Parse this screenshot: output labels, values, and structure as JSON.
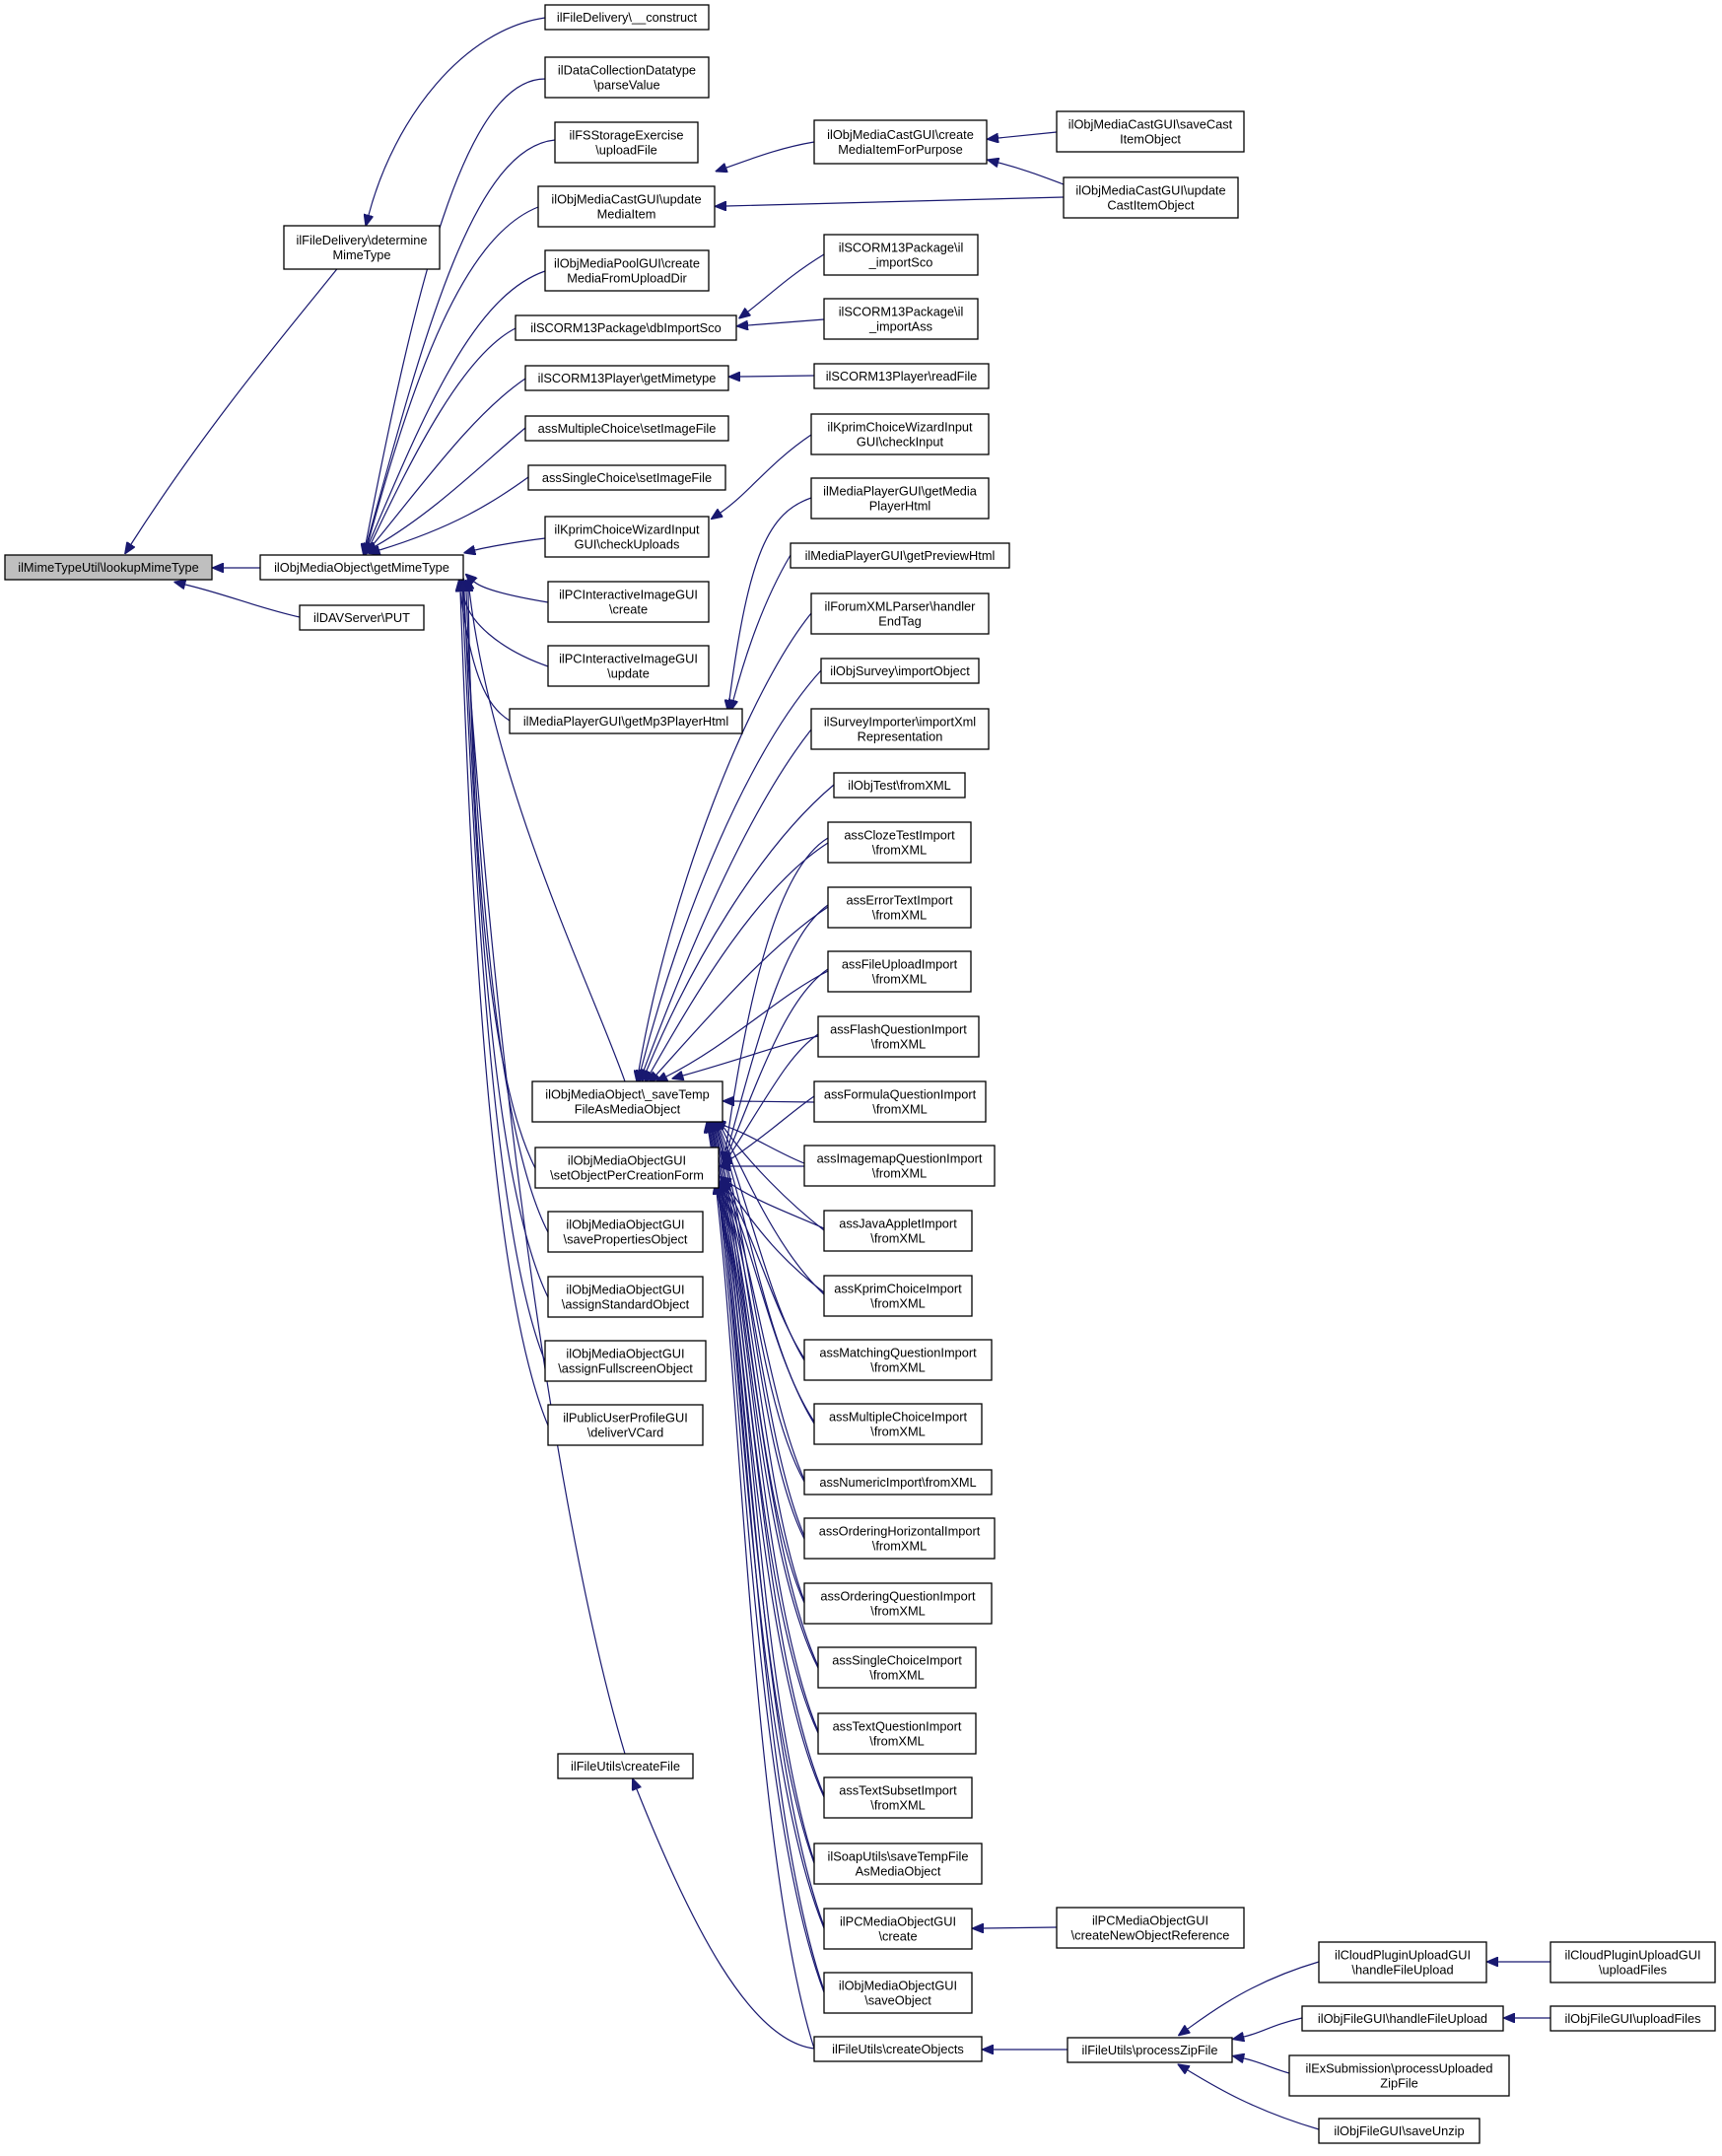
{
  "graph": {
    "colors": {
      "edge": "#191970",
      "root_fill": "#bfbfbf",
      "node_fill": "#ffffff",
      "node_border": "#000000"
    },
    "nodes": [
      {
        "id": "n0",
        "lines": [
          "ilMimeTypeUtil\\lookupMimeType"
        ]
      },
      {
        "id": "n1",
        "lines": [
          "ilFileDelivery\\determine",
          "MimeType"
        ]
      },
      {
        "id": "n2",
        "lines": [
          "ilObjMediaObject\\getMimeType"
        ]
      },
      {
        "id": "n3",
        "lines": [
          "ilDAVServer\\PUT"
        ]
      },
      {
        "id": "n4",
        "lines": [
          "ilFileDelivery\\__construct"
        ]
      },
      {
        "id": "n5",
        "lines": [
          "ilDataCollectionDatatype",
          "\\parseValue"
        ]
      },
      {
        "id": "n6",
        "lines": [
          "ilFSStorageExercise",
          "\\uploadFile"
        ]
      },
      {
        "id": "n7",
        "lines": [
          "ilObjMediaCastGUI\\update",
          "MediaItem"
        ]
      },
      {
        "id": "n8",
        "lines": [
          "ilObjMediaPoolGUI\\create",
          "MediaFromUploadDir"
        ]
      },
      {
        "id": "n9",
        "lines": [
          "ilSCORM13Package\\dbImportSco"
        ]
      },
      {
        "id": "n10",
        "lines": [
          "ilSCORM13Player\\getMimetype"
        ]
      },
      {
        "id": "n11",
        "lines": [
          "assMultipleChoice\\setImageFile"
        ]
      },
      {
        "id": "n12",
        "lines": [
          "assSingleChoice\\setImageFile"
        ]
      },
      {
        "id": "n13",
        "lines": [
          "ilKprimChoiceWizardInput",
          "GUI\\checkUploads"
        ]
      },
      {
        "id": "n14",
        "lines": [
          "ilPCInteractiveImageGUI",
          "\\create"
        ]
      },
      {
        "id": "n15",
        "lines": [
          "ilPCInteractiveImageGUI",
          "\\update"
        ]
      },
      {
        "id": "n16",
        "lines": [
          "ilMediaPlayerGUI\\getMp3PlayerHtml"
        ]
      },
      {
        "id": "n17",
        "lines": [
          "ilObjMediaObject\\_saveTemp",
          "FileAsMediaObject"
        ]
      },
      {
        "id": "n18",
        "lines": [
          "ilObjMediaObjectGUI",
          "\\setObjectPerCreationForm"
        ]
      },
      {
        "id": "n19",
        "lines": [
          "ilObjMediaObjectGUI",
          "\\savePropertiesObject"
        ]
      },
      {
        "id": "n20",
        "lines": [
          "ilObjMediaObjectGUI",
          "\\assignStandardObject"
        ]
      },
      {
        "id": "n21",
        "lines": [
          "ilObjMediaObjectGUI",
          "\\assignFullscreenObject"
        ]
      },
      {
        "id": "n22",
        "lines": [
          "ilPublicUserProfileGUI",
          "\\deliverVCard"
        ]
      },
      {
        "id": "n23",
        "lines": [
          "ilFileUtils\\createFile"
        ]
      },
      {
        "id": "n24",
        "lines": [
          "ilObjMediaCastGUI\\create",
          "MediaItemForPurpose"
        ]
      },
      {
        "id": "n25",
        "lines": [
          "ilObjMediaCastGUI\\saveCast",
          "ItemObject"
        ]
      },
      {
        "id": "n26",
        "lines": [
          "ilObjMediaCastGUI\\update",
          "CastItemObject"
        ]
      },
      {
        "id": "n27",
        "lines": [
          "ilSCORM13Package\\il",
          "_importSco"
        ]
      },
      {
        "id": "n28",
        "lines": [
          "ilSCORM13Package\\il",
          "_importAss"
        ]
      },
      {
        "id": "n29",
        "lines": [
          "ilSCORM13Player\\readFile"
        ]
      },
      {
        "id": "n30",
        "lines": [
          "ilKprimChoiceWizardInput",
          "GUI\\checkInput"
        ]
      },
      {
        "id": "n31",
        "lines": [
          "ilMediaPlayerGUI\\getMedia",
          "PlayerHtml"
        ]
      },
      {
        "id": "n32",
        "lines": [
          "ilMediaPlayerGUI\\getPreviewHtml"
        ]
      },
      {
        "id": "n33",
        "lines": [
          "ilForumXMLParser\\handler",
          "EndTag"
        ]
      },
      {
        "id": "n34",
        "lines": [
          "ilObjSurvey\\importObject"
        ]
      },
      {
        "id": "n35",
        "lines": [
          "ilSurveyImporter\\importXml",
          "Representation"
        ]
      },
      {
        "id": "n36",
        "lines": [
          "ilObjTest\\fromXML"
        ]
      },
      {
        "id": "n37",
        "lines": [
          "assClozeTestImport",
          "\\fromXML"
        ]
      },
      {
        "id": "n38",
        "lines": [
          "assErrorTextImport",
          "\\fromXML"
        ]
      },
      {
        "id": "n39",
        "lines": [
          "assFileUploadImport",
          "\\fromXML"
        ]
      },
      {
        "id": "n40",
        "lines": [
          "assFlashQuestionImport",
          "\\fromXML"
        ]
      },
      {
        "id": "n41",
        "lines": [
          "assFormulaQuestionImport",
          "\\fromXML"
        ]
      },
      {
        "id": "n42",
        "lines": [
          "assImagemapQuestionImport",
          "\\fromXML"
        ]
      },
      {
        "id": "n43",
        "lines": [
          "assJavaAppletImport",
          "\\fromXML"
        ]
      },
      {
        "id": "n44",
        "lines": [
          "assKprimChoiceImport",
          "\\fromXML"
        ]
      },
      {
        "id": "n45",
        "lines": [
          "assMatchingQuestionImport",
          "\\fromXML"
        ]
      },
      {
        "id": "n46",
        "lines": [
          "assMultipleChoiceImport",
          "\\fromXML"
        ]
      },
      {
        "id": "n47",
        "lines": [
          "assNumericImport\\fromXML"
        ]
      },
      {
        "id": "n48",
        "lines": [
          "assOrderingHorizontalImport",
          "\\fromXML"
        ]
      },
      {
        "id": "n49",
        "lines": [
          "assOrderingQuestionImport",
          "\\fromXML"
        ]
      },
      {
        "id": "n50",
        "lines": [
          "assSingleChoiceImport",
          "\\fromXML"
        ]
      },
      {
        "id": "n51",
        "lines": [
          "assTextQuestionImport",
          "\\fromXML"
        ]
      },
      {
        "id": "n52",
        "lines": [
          "assTextSubsetImport",
          "\\fromXML"
        ]
      },
      {
        "id": "n53",
        "lines": [
          "ilSoapUtils\\saveTempFile",
          "AsMediaObject"
        ]
      },
      {
        "id": "n54",
        "lines": [
          "ilPCMediaObjectGUI",
          "\\create"
        ]
      },
      {
        "id": "n55",
        "lines": [
          "ilObjMediaObjectGUI",
          "\\saveObject"
        ]
      },
      {
        "id": "n56",
        "lines": [
          "ilFileUtils\\createObjects"
        ]
      },
      {
        "id": "n57",
        "lines": [
          "ilPCMediaObjectGUI",
          "\\createNewObjectReference"
        ]
      },
      {
        "id": "n58",
        "lines": [
          "ilFileUtils\\processZipFile"
        ]
      },
      {
        "id": "n59",
        "lines": [
          "ilCloudPluginUploadGUI",
          "\\handleFileUpload"
        ]
      },
      {
        "id": "n60",
        "lines": [
          "ilObjFileGUI\\handleFileUpload"
        ]
      },
      {
        "id": "n61",
        "lines": [
          "ilExSubmission\\processUploaded",
          "ZipFile"
        ]
      },
      {
        "id": "n62",
        "lines": [
          "ilObjFileGUI\\saveUnzip"
        ]
      },
      {
        "id": "n63",
        "lines": [
          "ilCloudPluginUploadGUI",
          "\\uploadFiles"
        ]
      },
      {
        "id": "n64",
        "lines": [
          "ilObjFileGUI\\uploadFiles"
        ]
      }
    ],
    "edges": [
      [
        "n1",
        "n0"
      ],
      [
        "n2",
        "n0"
      ],
      [
        "n3",
        "n0"
      ],
      [
        "n4",
        "n1"
      ],
      [
        "n5",
        "n2"
      ],
      [
        "n6",
        "n2"
      ],
      [
        "n7",
        "n2"
      ],
      [
        "n8",
        "n2"
      ],
      [
        "n9",
        "n2"
      ],
      [
        "n10",
        "n2"
      ],
      [
        "n11",
        "n2"
      ],
      [
        "n12",
        "n2"
      ],
      [
        "n13",
        "n2"
      ],
      [
        "n14",
        "n2"
      ],
      [
        "n15",
        "n2"
      ],
      [
        "n16",
        "n2"
      ],
      [
        "n17",
        "n2"
      ],
      [
        "n18",
        "n2"
      ],
      [
        "n19",
        "n2"
      ],
      [
        "n20",
        "n2"
      ],
      [
        "n21",
        "n2"
      ],
      [
        "n22",
        "n2"
      ],
      [
        "n23",
        "n2"
      ],
      [
        "n24",
        "n7"
      ],
      [
        "n26",
        "n7"
      ],
      [
        "n25",
        "n24"
      ],
      [
        "n26",
        "n24"
      ],
      [
        "n27",
        "n9"
      ],
      [
        "n28",
        "n9"
      ],
      [
        "n29",
        "n10"
      ],
      [
        "n30",
        "n13"
      ],
      [
        "n31",
        "n16"
      ],
      [
        "n32",
        "n16"
      ],
      [
        "n33",
        "n17"
      ],
      [
        "n34",
        "n17"
      ],
      [
        "n35",
        "n17"
      ],
      [
        "n36",
        "n17"
      ],
      [
        "n37",
        "n17"
      ],
      [
        "n38",
        "n17"
      ],
      [
        "n39",
        "n17"
      ],
      [
        "n40",
        "n17"
      ],
      [
        "n41",
        "n17"
      ],
      [
        "n42",
        "n17"
      ],
      [
        "n43",
        "n17"
      ],
      [
        "n44",
        "n17"
      ],
      [
        "n45",
        "n17"
      ],
      [
        "n46",
        "n17"
      ],
      [
        "n47",
        "n17"
      ],
      [
        "n48",
        "n17"
      ],
      [
        "n49",
        "n17"
      ],
      [
        "n50",
        "n17"
      ],
      [
        "n51",
        "n17"
      ],
      [
        "n52",
        "n17"
      ],
      [
        "n53",
        "n17"
      ],
      [
        "n54",
        "n17"
      ],
      [
        "n55",
        "n17"
      ],
      [
        "n56",
        "n17"
      ],
      [
        "n37",
        "n18"
      ],
      [
        "n38",
        "n18"
      ],
      [
        "n39",
        "n18"
      ],
      [
        "n40",
        "n18"
      ],
      [
        "n41",
        "n18"
      ],
      [
        "n42",
        "n18"
      ],
      [
        "n43",
        "n18"
      ],
      [
        "n44",
        "n18"
      ],
      [
        "n45",
        "n18"
      ],
      [
        "n46",
        "n18"
      ],
      [
        "n47",
        "n18"
      ],
      [
        "n48",
        "n18"
      ],
      [
        "n49",
        "n18"
      ],
      [
        "n50",
        "n18"
      ],
      [
        "n51",
        "n18"
      ],
      [
        "n52",
        "n18"
      ],
      [
        "n53",
        "n18"
      ],
      [
        "n54",
        "n18"
      ],
      [
        "n55",
        "n18"
      ],
      [
        "n56",
        "n23"
      ],
      [
        "n57",
        "n54"
      ],
      [
        "n58",
        "n56"
      ],
      [
        "n59",
        "n58"
      ],
      [
        "n60",
        "n58"
      ],
      [
        "n61",
        "n58"
      ],
      [
        "n62",
        "n58"
      ],
      [
        "n63",
        "n59"
      ],
      [
        "n64",
        "n60"
      ]
    ]
  }
}
